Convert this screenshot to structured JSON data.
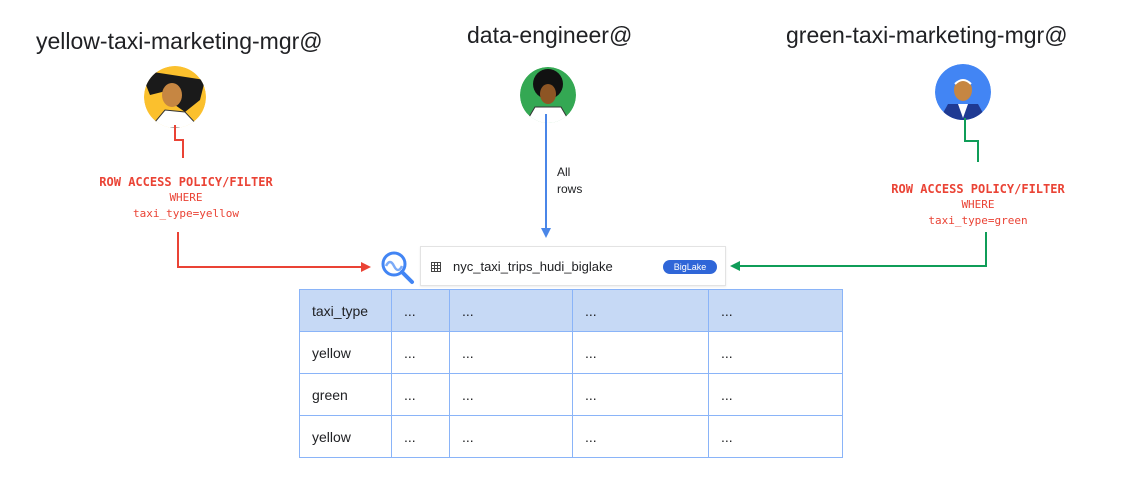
{
  "users": {
    "yellow": {
      "name": "yellow-taxi-marketing-mgr@"
    },
    "engineer": {
      "name": "data-engineer@"
    },
    "green": {
      "name": "green-taxi-marketing-mgr@"
    }
  },
  "policies": {
    "yellow": {
      "title": "ROW ACCESS POLICY/FILTER",
      "where": "WHERE",
      "condition": "taxi_type=yellow"
    },
    "green": {
      "title": "ROW ACCESS POLICY/FILTER",
      "where": "WHERE",
      "condition": "taxi_type=green"
    }
  },
  "all_rows": {
    "line1": "All",
    "line2": "rows"
  },
  "table": {
    "name": "nyc_taxi_trips_hudi_biglake",
    "badge": "BigLake",
    "columns": [
      "taxi_type",
      "...",
      "...",
      "...",
      "..."
    ],
    "rows": [
      [
        "yellow",
        "...",
        "...",
        "...",
        "..."
      ],
      [
        "green",
        "...",
        "...",
        "...",
        "..."
      ],
      [
        "yellow",
        "...",
        "...",
        "...",
        "..."
      ]
    ]
  },
  "colors": {
    "yellow_path": "#ea4335",
    "engineer_path": "#4a86e8",
    "green_path": "#0f9d58",
    "table_border": "#8ab4f8",
    "table_header_bg": "#c6d9f5",
    "badge": "#2f66d8"
  },
  "icons": {
    "bigquery": "bigquery-search-icon",
    "table": "table-grid-icon"
  }
}
